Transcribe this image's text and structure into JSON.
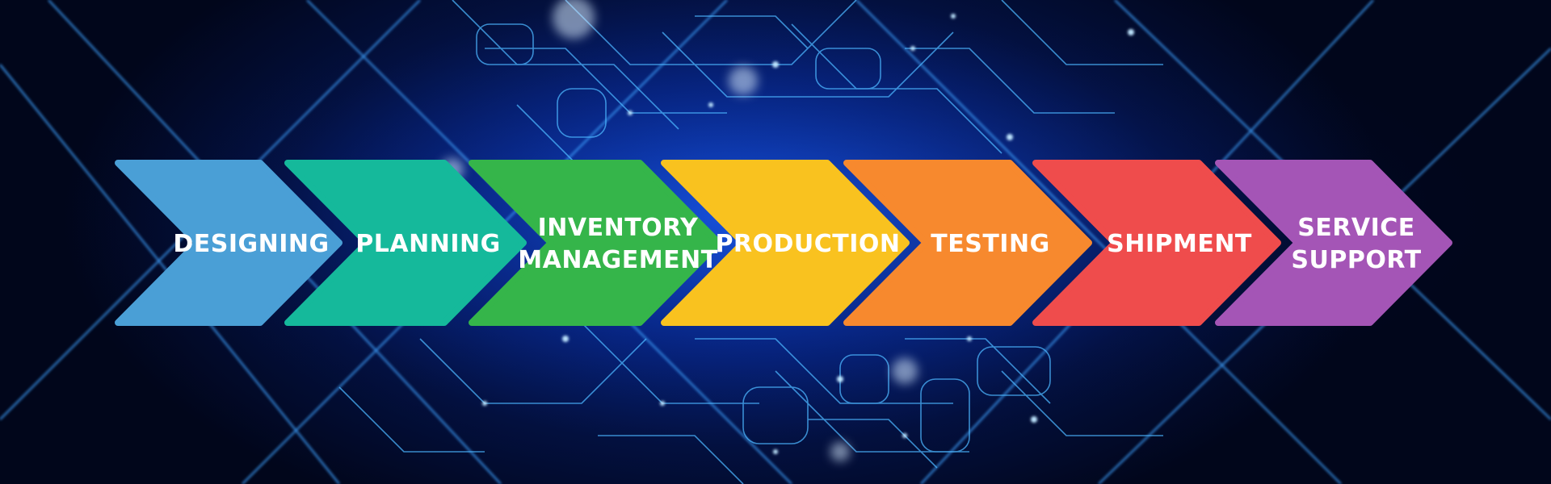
{
  "diagram": {
    "type": "process-flow",
    "steps": [
      {
        "id": "designing",
        "lines": [
          "DESIGNING"
        ],
        "color": "#4a9fd6"
      },
      {
        "id": "planning",
        "lines": [
          "PLANNING"
        ],
        "color": "#15b99b"
      },
      {
        "id": "inventory-management",
        "lines": [
          "INVENTORY",
          "MANAGEMENT"
        ],
        "color": "#35b54a"
      },
      {
        "id": "production",
        "lines": [
          "PRODUCTION"
        ],
        "color": "#f9c21f"
      },
      {
        "id": "testing",
        "lines": [
          "TESTING"
        ],
        "color": "#f7892e"
      },
      {
        "id": "shipment",
        "lines": [
          "SHIPMENT"
        ],
        "color": "#ef4c4c"
      },
      {
        "id": "service-support",
        "lines": [
          "SERVICE",
          "SUPPORT"
        ],
        "color": "#a455b6"
      }
    ]
  }
}
